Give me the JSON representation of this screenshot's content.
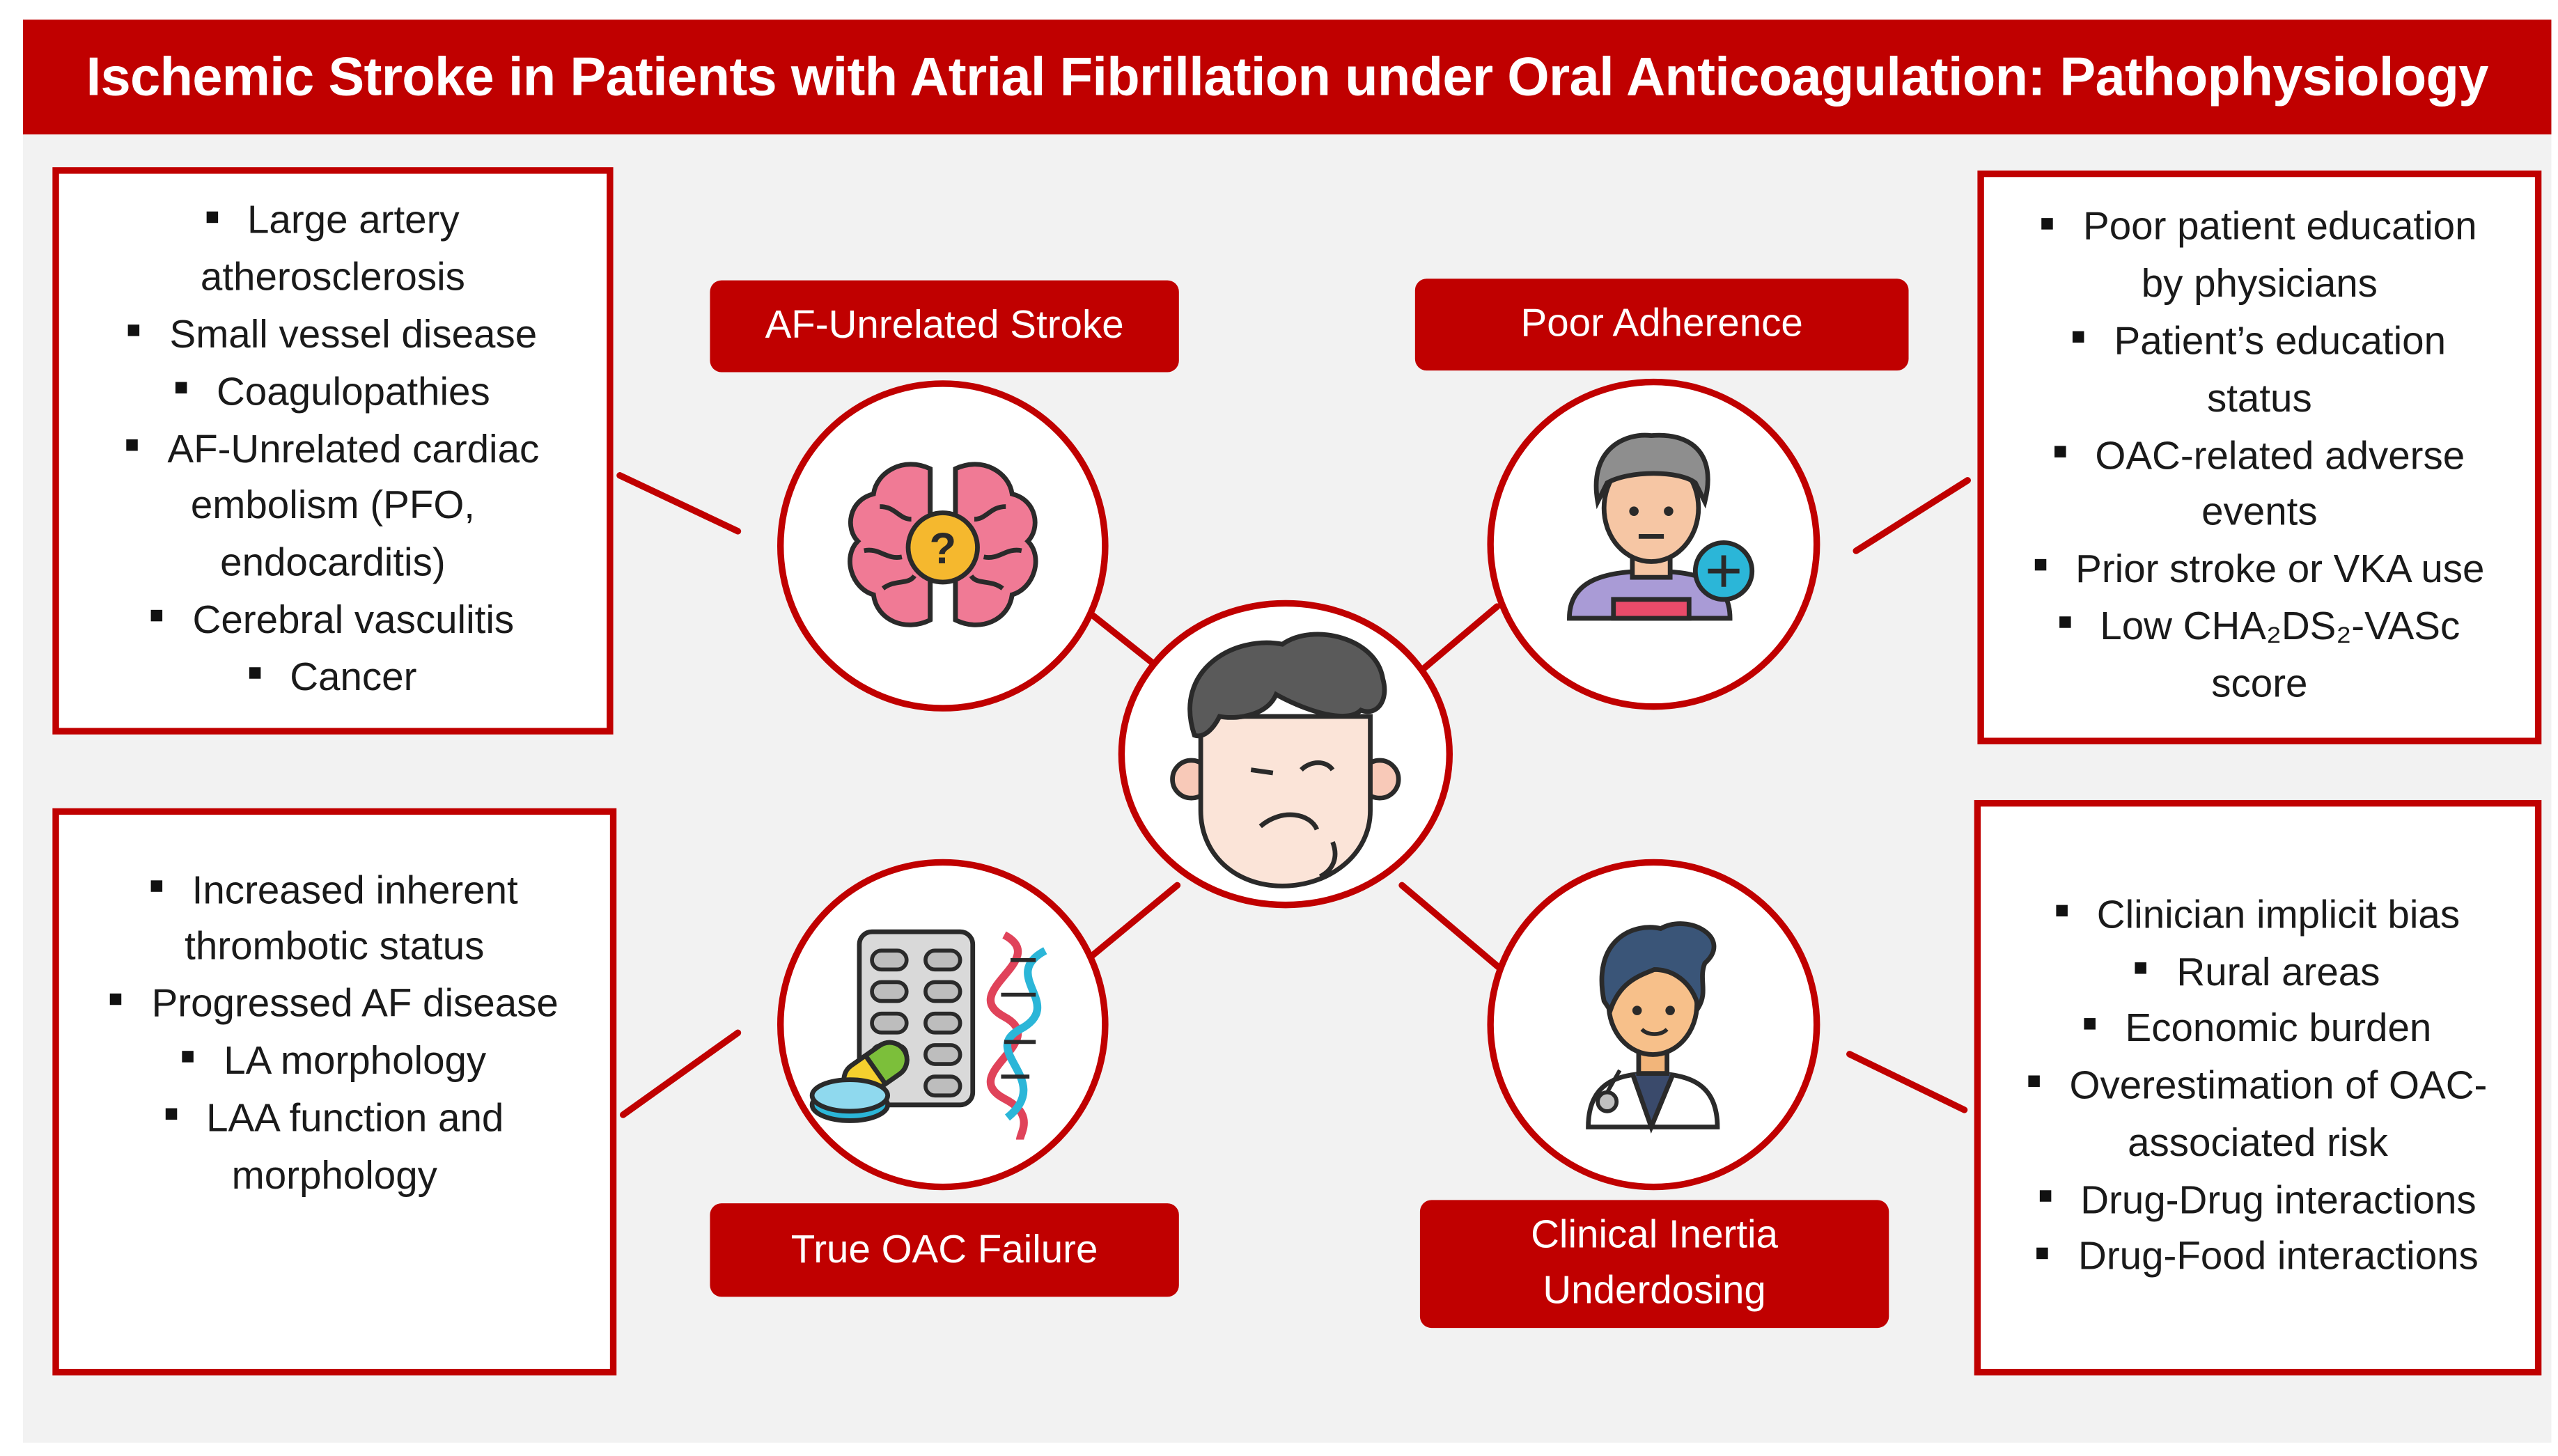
{
  "title": "Ischemic Stroke in Patients with Atrial Fibrillation under Oral Anticoagulation: Pathophysiology",
  "colors": {
    "accent": "#c00000",
    "background": "#f2f2f2"
  },
  "labels": {
    "af_unrelated": "AF-Unrelated Stroke",
    "poor_adherence": "Poor Adherence",
    "true_oac_failure": "True OAC Failure",
    "clinical_inertia_line1": "Clinical Inertia",
    "clinical_inertia_line2": "Underdosing"
  },
  "icons": {
    "af_unrelated": "brain-question-icon",
    "poor_adherence": "patient-plus-icon",
    "center": "confused-face-icon",
    "true_oac_failure": "pills-dna-icon",
    "clinical_inertia": "doctor-icon"
  },
  "lists": {
    "af_unrelated": [
      [
        "Large artery",
        "atherosclerosis"
      ],
      [
        "Small vessel disease"
      ],
      [
        "Coagulopathies"
      ],
      [
        "AF-Unrelated cardiac",
        "embolism (PFO,",
        "endocarditis)"
      ],
      [
        "Cerebral vasculitis"
      ],
      [
        "Cancer"
      ]
    ],
    "poor_adherence": [
      [
        "Poor patient education",
        "by physicians"
      ],
      [
        "Patient’s education",
        "status"
      ],
      [
        "OAC-related adverse",
        "events"
      ],
      [
        "Prior stroke or VKA use"
      ],
      [
        "Low CHA₂DS₂-VASc",
        "score"
      ]
    ],
    "true_oac_failure": [
      [
        "Increased inherent",
        "thrombotic status"
      ],
      [
        "Progressed AF disease"
      ],
      [
        "LA morphology"
      ],
      [
        "LAA function and",
        "morphology"
      ]
    ],
    "clinical_inertia": [
      [
        "Clinician implicit bias"
      ],
      [
        "Rural areas"
      ],
      [
        "Economic burden"
      ],
      [
        "Overestimation of OAC-",
        "associated risk"
      ],
      [
        "Drug-Drug interactions"
      ],
      [
        "Drug-Food interactions"
      ]
    ]
  }
}
